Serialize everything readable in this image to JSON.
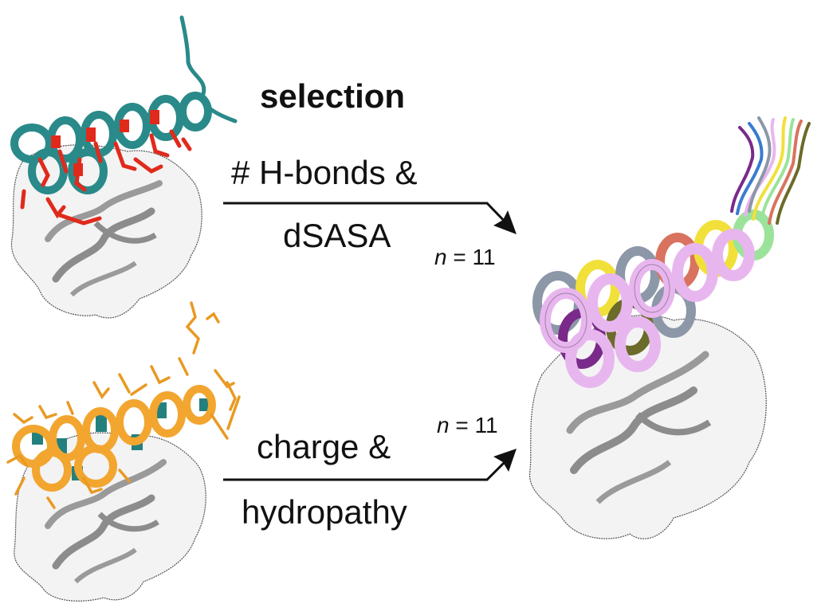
{
  "figure": {
    "title": "selection",
    "top_path": {
      "label_line1": "# H-bonds &",
      "label_line2": "dSASA",
      "count_var": "n",
      "count_eq": " = 11"
    },
    "bottom_path": {
      "label_line1": "charge &",
      "label_line2": "hydropathy",
      "count_var": "n",
      "count_eq": " = 11"
    },
    "structures": {
      "top_left": {
        "description": "helical peptide (teal) with red interface residues docked on grey receptor with translucent surface",
        "helix_color": "#2a8a8a",
        "highlight_color": "#e02a1c",
        "receptor_color": "#8c8c8c",
        "surface_color": "#f2f2f2"
      },
      "bottom_left": {
        "description": "helical peptide (orange) with side chains shown, teal backbone segments, docked on grey receptor",
        "helix_color": "#f2a630",
        "secondary_color": "#23807e",
        "receptor_color": "#8c8c8c",
        "surface_color": "#f2f2f2"
      },
      "right": {
        "description": "ensemble of 11+11 selected helical peptides overlaid in multiple colors on grey receptor",
        "ensemble_colors": [
          "#e8b6ee",
          "#8c97a8",
          "#f2e03a",
          "#d9735f",
          "#9be39a",
          "#7a2a8a",
          "#3b7bd0",
          "#6b6b2a",
          "#f08878",
          "#80c8e8"
        ],
        "receptor_color": "#8c8c8c",
        "surface_color": "#f2f2f2"
      }
    }
  }
}
